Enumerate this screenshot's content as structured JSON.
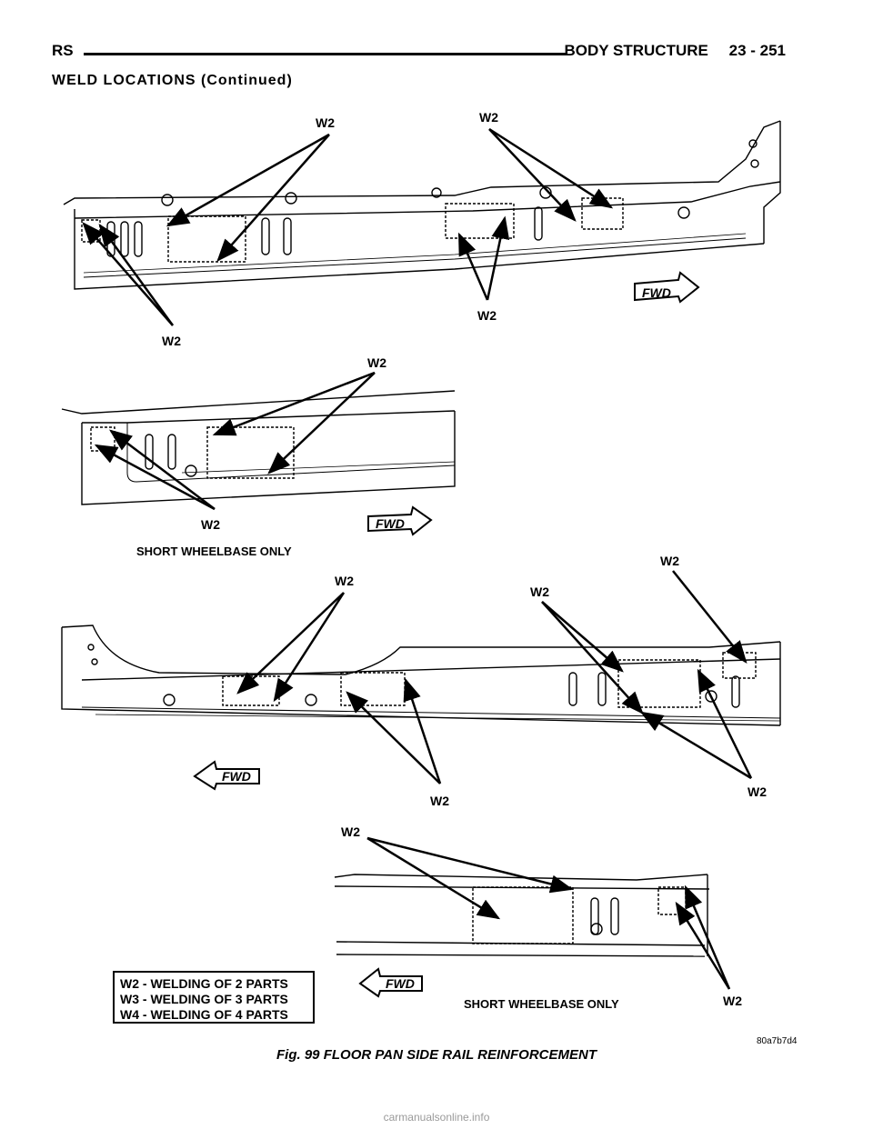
{
  "header": {
    "left": "RS",
    "section_title": "BODY STRUCTURE",
    "page_number": "23 - 251"
  },
  "subheading": "WELD LOCATIONS (Continued)",
  "labels": {
    "weld": "W2",
    "fwd": "FWD",
    "short_wheelbase": "SHORT WHEELBASE ONLY"
  },
  "legend": [
    "W2 - WELDING OF 2 PARTS",
    "W3 - WELDING OF 3 PARTS",
    "W4 - WELDING OF 4 PARTS"
  ],
  "figure_code": "80a7b7d4",
  "caption": "Fig. 99 FLOOR PAN SIDE RAIL REINFORCEMENT",
  "watermark": "carmanualsonline.info"
}
